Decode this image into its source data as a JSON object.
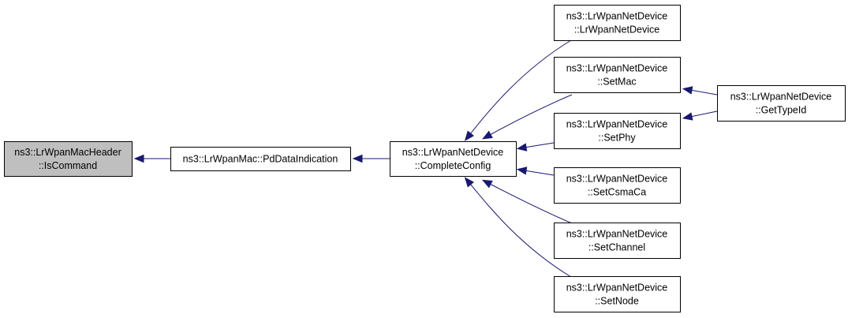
{
  "diagram": {
    "nodes": [
      {
        "id": "n_iscommand",
        "lines": [
          "ns3::LrWpanMacHeader",
          "::IsCommand"
        ],
        "highlight": true
      },
      {
        "id": "n_pddata",
        "lines": [
          "ns3::LrWpanMac::PdDataIndication"
        ]
      },
      {
        "id": "n_complete",
        "lines": [
          "ns3::LrWpanNetDevice",
          "::CompleteConfig"
        ]
      },
      {
        "id": "n_ctor",
        "lines": [
          "ns3::LrWpanNetDevice",
          "::LrWpanNetDevice"
        ]
      },
      {
        "id": "n_setmac",
        "lines": [
          "ns3::LrWpanNetDevice",
          "::SetMac"
        ]
      },
      {
        "id": "n_setphy",
        "lines": [
          "ns3::LrWpanNetDevice",
          "::SetPhy"
        ]
      },
      {
        "id": "n_setcsma",
        "lines": [
          "ns3::LrWpanNetDevice",
          "::SetCsmaCa"
        ]
      },
      {
        "id": "n_setchannel",
        "lines": [
          "ns3::LrWpanNetDevice",
          "::SetChannel"
        ]
      },
      {
        "id": "n_setnode",
        "lines": [
          "ns3::LrWpanNetDevice",
          "::SetNode"
        ]
      },
      {
        "id": "n_gettypeid",
        "lines": [
          "ns3::LrWpanNetDevice",
          "::GetTypeId"
        ]
      }
    ],
    "edges": [
      {
        "from": "n_pddata",
        "to": "n_iscommand"
      },
      {
        "from": "n_complete",
        "to": "n_pddata"
      },
      {
        "from": "n_ctor",
        "to": "n_complete"
      },
      {
        "from": "n_setmac",
        "to": "n_complete"
      },
      {
        "from": "n_setphy",
        "to": "n_complete"
      },
      {
        "from": "n_setcsma",
        "to": "n_complete"
      },
      {
        "from": "n_setchannel",
        "to": "n_complete"
      },
      {
        "from": "n_setnode",
        "to": "n_complete"
      },
      {
        "from": "n_gettypeid",
        "to": "n_setmac"
      },
      {
        "from": "n_gettypeid",
        "to": "n_setphy"
      }
    ],
    "colors": {
      "edge": "#191970",
      "node_border": "#000000",
      "node_fill": "#ffffff",
      "highlight_fill": "#bfbfbf"
    }
  }
}
